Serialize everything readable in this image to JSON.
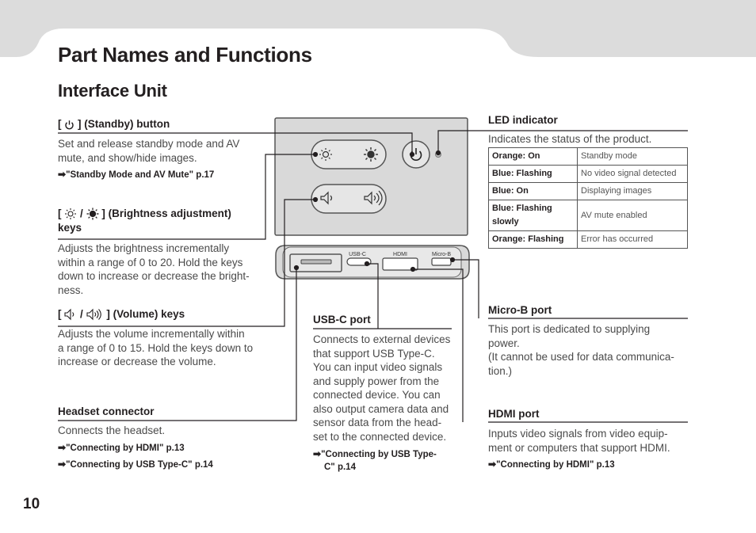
{
  "page": {
    "title": "Part Names and Functions",
    "section": "Interface Unit",
    "number": "10"
  },
  "standby": {
    "head": "] (Standby) button",
    "lines": [
      "Set and release standby mode and AV",
      "mute, and show/hide images."
    ],
    "ref": "\"Standby Mode and AV Mute\" p.17"
  },
  "brightness": {
    "head_slash": "/",
    "head_tail": "] (Brightness adjustment)",
    "head_line2": "keys",
    "lines": [
      "Adjusts the brightness incrementally",
      "within a range of 0 to 20. Hold the keys",
      "down to increase or decrease the bright-",
      "ness."
    ]
  },
  "volume": {
    "head_slash": "/",
    "head_tail": "] (Volume) keys",
    "lines": [
      "Adjusts the volume incrementally within",
      "a range of 0 to 15. Hold the keys down to",
      "increase or decrease the volume."
    ]
  },
  "headset": {
    "head": "Headset connector",
    "lines": [
      "Connects the headset."
    ],
    "refs": [
      "\"Connecting by HDMI\" p.13",
      "\"Connecting by USB Type-C\" p.14"
    ]
  },
  "usbc": {
    "head": "USB-C port",
    "lines": [
      "Connects to external devices",
      "that support USB Type-C.",
      "You can input video signals",
      "and supply power from the",
      "connected device. You can",
      "also output camera data and",
      "sensor data from the head-",
      "set to the connected device."
    ],
    "ref_lines": [
      "\"Connecting by USB Type-",
      "C\" p.14"
    ]
  },
  "led": {
    "head": "LED indicator",
    "lines": [
      "Indicates the status of the product."
    ],
    "rows": [
      {
        "key": "Orange: On",
        "value": "Standby mode"
      },
      {
        "key": "Blue: Flashing",
        "value": "No video signal detected"
      },
      {
        "key": "Blue: On",
        "value": "Displaying images"
      },
      {
        "key": "Blue: Flashing slowly",
        "value": "AV mute enabled"
      },
      {
        "key": "Orange: Flashing",
        "value": "Error has occurred"
      }
    ]
  },
  "microb": {
    "head": "Micro-B port",
    "lines": [
      "This port is dedicated to supplying",
      "power.",
      "(It cannot be used for data communica-",
      "tion.)"
    ]
  },
  "hdmi": {
    "head": "HDMI port",
    "lines": [
      "Inputs video signals from video equip-",
      "ment or computers that support HDMI."
    ],
    "ref": "\"Connecting by HDMI\" p.13"
  },
  "device": {
    "port_labels": [
      "USB-C",
      "HDMI",
      "Micro-B"
    ]
  },
  "colors": {
    "tab": "#dcdcdc",
    "device": "#d9d9d9",
    "device_dark": "#555555",
    "text": "#231f20"
  }
}
